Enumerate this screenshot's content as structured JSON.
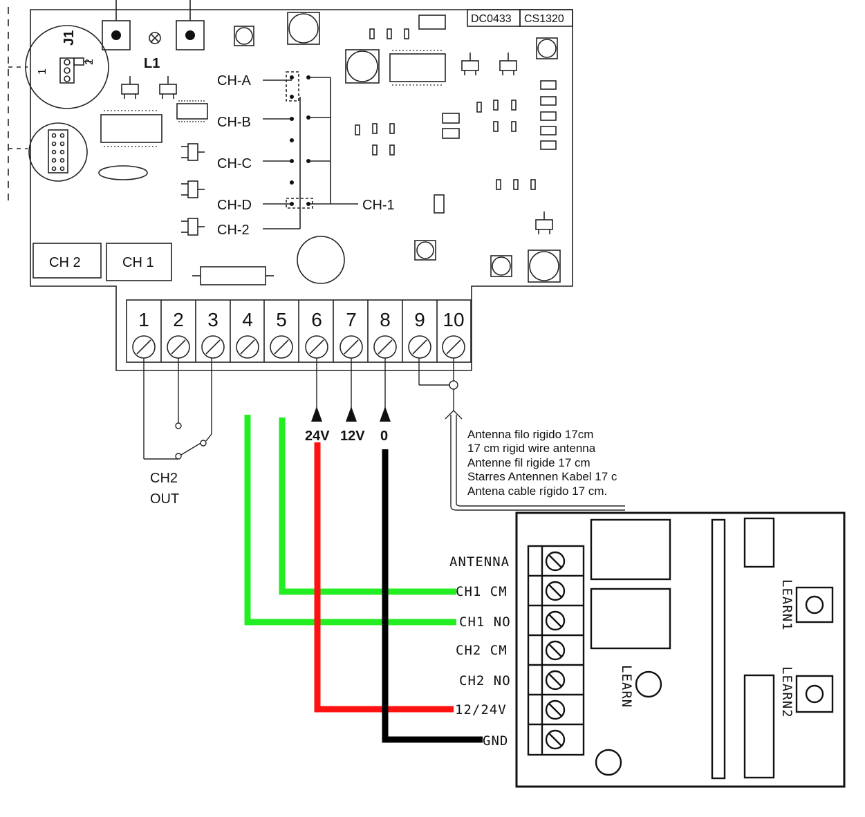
{
  "board": {
    "codes": [
      "DC0433",
      "CS1320"
    ],
    "jumper": {
      "label": "J1",
      "pin1": "1",
      "pin2": "2"
    },
    "led_label": "L1",
    "channels": [
      "CH-A",
      "CH-B",
      "CH-C",
      "CH-D",
      "CH-2"
    ],
    "ch1_label": "CH-1",
    "buttons": [
      "CH 2",
      "CH 1"
    ]
  },
  "terminals": [
    "1",
    "2",
    "3",
    "4",
    "5",
    "6",
    "7",
    "8",
    "9",
    "10"
  ],
  "power": {
    "v24": "24V",
    "v12": "12V",
    "zero": "0"
  },
  "ch2_out": {
    "line1": "CH2",
    "line2": "OUT"
  },
  "antenna_note": [
    "Antenna filo rigido 17cm",
    "17 cm rigid wire antenna",
    "Antenne fil rigide 17 cm",
    "Starres Antennen Kabel 17 c",
    "Antena cable rígido 17 cm."
  ],
  "receiver": {
    "terminals": [
      "ANTENNA",
      "CH1 CM",
      "CH1 NO",
      "CH2 CM",
      "CH2 NO",
      "12/24V",
      "GND"
    ],
    "learn": "LEARN",
    "learn1": "LEARN1",
    "learn2": "LEARN2"
  },
  "wire_colors": {
    "green": "#22ee22",
    "red": "#ff1111",
    "black": "#000000"
  }
}
